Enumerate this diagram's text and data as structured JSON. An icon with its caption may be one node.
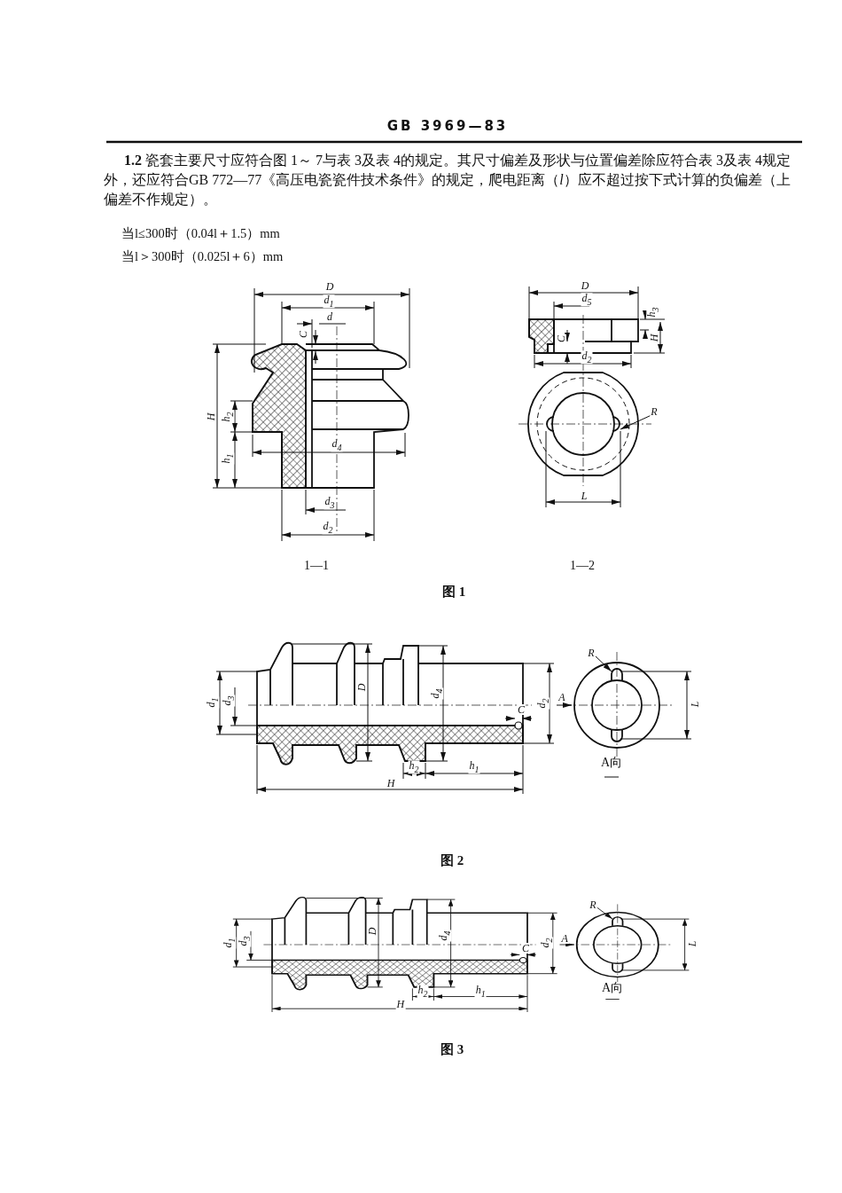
{
  "diagram": {
    "labels": [
      "GB 3969—83",
      "**1.2** 瓷套主要尺寸应符合图 1～ 7与表 3及表 4的规定。其尺寸偏差及形状与位置偏差除应符合表 3及表 4规定外，还应符合GB 772—77《高压电瓷瓷件技术条件》的规定，爬电距离（*l*）应不超过按下式计算的负偏差（上偏差不作规定）。",
      "当l≤300时（0.04l＋1.5）mm",
      "当l＞300时（0.025l＋6）mm",
      "D",
      "d$_{1}$",
      "d",
      "C",
      "H",
      "h$_{2}$",
      "d$_{4}$",
      "h$_{1}$",
      "d$_{3}$",
      "d$_{2}$",
      "D",
      "d$_{5}$",
      "h$_{3}$",
      "C",
      "H",
      "d$_{2}$",
      "R",
      "L",
      "1—1",
      "1—2",
      "图 1",
      "R",
      "d$_{1}$",
      "d$_{3}$",
      "D",
      "d$_{4}$",
      "d$_{2}$",
      "A",
      "C",
      "L",
      "h$_{2}$",
      "h$_{1}$",
      "H",
      "A向",
      "图 2",
      "R",
      "d$_{1}$",
      "d$_{3}$",
      "D",
      "d$_{4}$",
      "d$_{2}$",
      "A",
      "C",
      "L",
      "h$_{2}$",
      "h$_{1}$",
      "H",
      "A向",
      "图 3"
    ]
  }
}
